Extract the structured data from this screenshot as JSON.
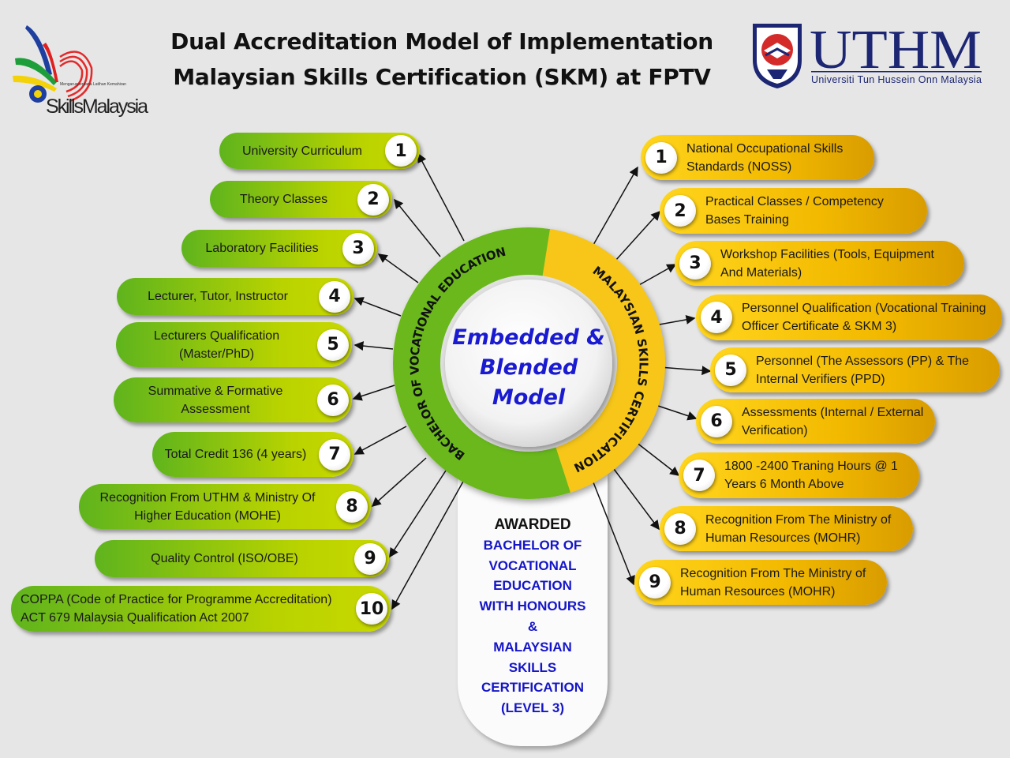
{
  "header": {
    "title_line1": "Dual Accreditation Model of Implementation",
    "title_line2": "Malaysian Skills Certification (SKM) at FPTV"
  },
  "logos": {
    "skills_malaysia": {
      "name": "SkillsMalaysia",
      "tagline": "Mengarusperdana Latihan Kemahiran"
    },
    "uthm": {
      "name": "UTHM",
      "tagline": "Universiti Tun Hussein Onn Malaysia"
    }
  },
  "center": {
    "line1": "Embedded &",
    "line2": "Blended",
    "line3": "Model",
    "left_ring_label": "BACHELOR OF VOCATIONAL EDUCATION",
    "right_ring_label": "MALAYSIAN SKILLS CERTIFICATION"
  },
  "award": {
    "heading": "AWARDED",
    "lines": [
      "BACHELOR OF",
      "VOCATIONAL",
      "EDUCATION",
      "WITH HONOURS",
      "&",
      "MALAYSIAN",
      "SKILLS",
      "CERTIFICATION",
      "(LEVEL 3)"
    ]
  },
  "left_items": [
    {
      "num": "1",
      "text": "University Curriculum"
    },
    {
      "num": "2",
      "text": "Theory Classes"
    },
    {
      "num": "3",
      "text": "Laboratory Facilities"
    },
    {
      "num": "4",
      "text": "Lecturer, Tutor, Instructor"
    },
    {
      "num": "5",
      "text": "Lecturers Qualification (Master/PhD)"
    },
    {
      "num": "6",
      "text": "Summative & Formative Assessment"
    },
    {
      "num": "7",
      "text": "Total Credit 136 (4 years)"
    },
    {
      "num": "8",
      "text": "Recognition From UTHM & Ministry Of Higher Education (MOHE)"
    },
    {
      "num": "9",
      "text": "Quality Control (ISO/OBE)"
    },
    {
      "num": "10",
      "text": "COPPA (Code of Practice for Programme Accreditation) ACT 679 Malaysia Qualification Act 2007"
    }
  ],
  "right_items": [
    {
      "num": "1",
      "text": "National Occupational Skills Standards (NOSS)"
    },
    {
      "num": "2",
      "text": "Practical Classes / Competency Bases Training"
    },
    {
      "num": "3",
      "text": "Workshop Facilities (Tools, Equipment And Materials)"
    },
    {
      "num": "4",
      "text": "Personnel Qualification (Vocational Training Officer Certificate & SKM 3)"
    },
    {
      "num": "5",
      "text": "Personnel (The Assessors (PP) & The Internal Verifiers (PPD)"
    },
    {
      "num": "6",
      "text": "Assessments (Internal / External Verification)"
    },
    {
      "num": "7",
      "text": "1800 -2400 Traning Hours @ 1 Years 6 Month Above"
    },
    {
      "num": "8",
      "text": "Recognition  From The Ministry of Human Resources (MOHR)"
    },
    {
      "num": "9",
      "text": "Recognition  From The Ministry of Human Resources (MOHR)"
    }
  ],
  "colors": {
    "green": "#6ab81c",
    "yellow": "#f7c619",
    "center_text": "#1a1ad0",
    "award_text": "#1515c8"
  }
}
